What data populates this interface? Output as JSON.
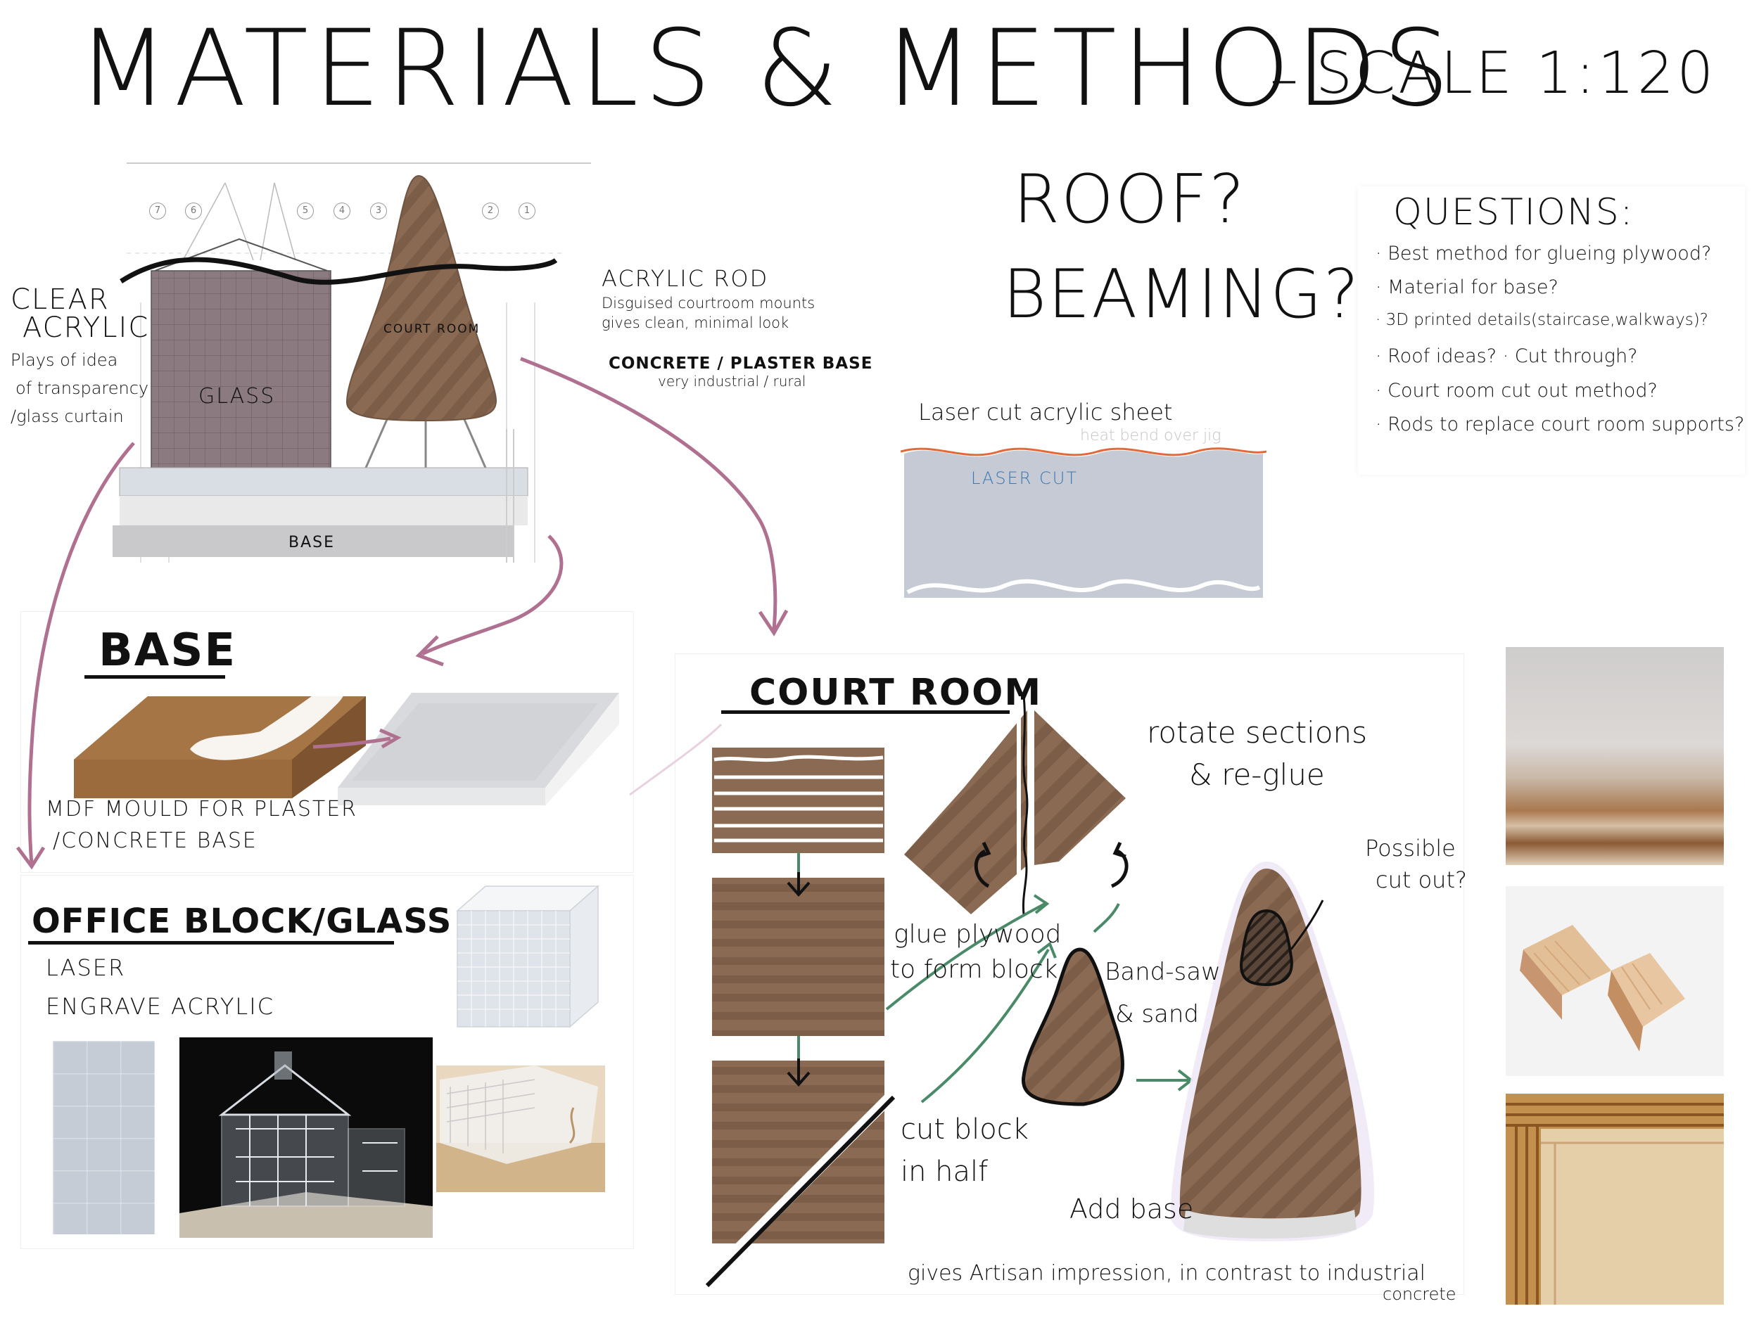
{
  "title": {
    "main": "MATERIALS & METHODS",
    "dash": "–",
    "scale": "SCALE 1:120"
  },
  "elevation": {
    "grid_marks": [
      "7",
      "6",
      "5",
      "4",
      "3",
      "2",
      "1"
    ],
    "glass_label": "GLASS",
    "court_room_label": "COURT ROOM",
    "base_label": "BASE"
  },
  "notes": {
    "clear_acrylic": {
      "heading": [
        "CLEAR",
        "ACRYLIC"
      ],
      "body": [
        "Plays of idea",
        "of transparency",
        "/glass curtain"
      ]
    },
    "acrylic_rod": {
      "heading": "ACRYLIC ROD",
      "body": [
        "Disguised courtroom mounts",
        "gives clean, minimal look"
      ]
    },
    "concrete_base": {
      "heading": "CONCRETE / PLASTER BASE",
      "body": "very industrial / rural"
    }
  },
  "roof": {
    "roof_q": "ROOF?",
    "beaming_q": "BEAMING?",
    "laser_label": "Laser cut acrylic sheet",
    "heat_label": "heat bend over jig",
    "cut_label": "LASER CUT"
  },
  "questions": {
    "heading": "QUESTIONS:",
    "items": [
      "· Best method for glueing plywood?",
      "· Material for base?",
      "· 3D printed details(staircase,walkways)?",
      "· Roof ideas? · Cut through?",
      "· Court room cut out method?",
      "· Rods to replace court room supports?"
    ]
  },
  "base_section": {
    "heading": "BASE",
    "caption": [
      "MDF MOULD FOR PLASTER",
      "/CONCRETE BASE"
    ]
  },
  "office_section": {
    "heading": "OFFICE BLOCK/GLASS",
    "lines": [
      "LASER",
      "ENGRAVE ACRYLIC"
    ]
  },
  "court_section": {
    "heading": "COURT ROOM",
    "rotate": [
      "rotate sections",
      "& re-glue"
    ],
    "glue": [
      "glue plywood",
      "to form block"
    ],
    "cut": [
      "cut block",
      "in half"
    ],
    "bandsaw": [
      "Band-saw",
      "& sand"
    ],
    "possible": [
      "Possible",
      "cut out?"
    ],
    "add_base": "Add base",
    "artisan": "gives Artisan impression, in contrast to industrial",
    "concrete_word": "concrete"
  },
  "colors": {
    "wood": "#8a6a52",
    "wood_dark": "#6f5442",
    "arrow_pink": "#b0708f",
    "arrow_green": "#4a8a68",
    "acrylic_gray": "#c5cad4",
    "laser_orange": "#e2693a",
    "laser_blue": "#3a78b5"
  }
}
